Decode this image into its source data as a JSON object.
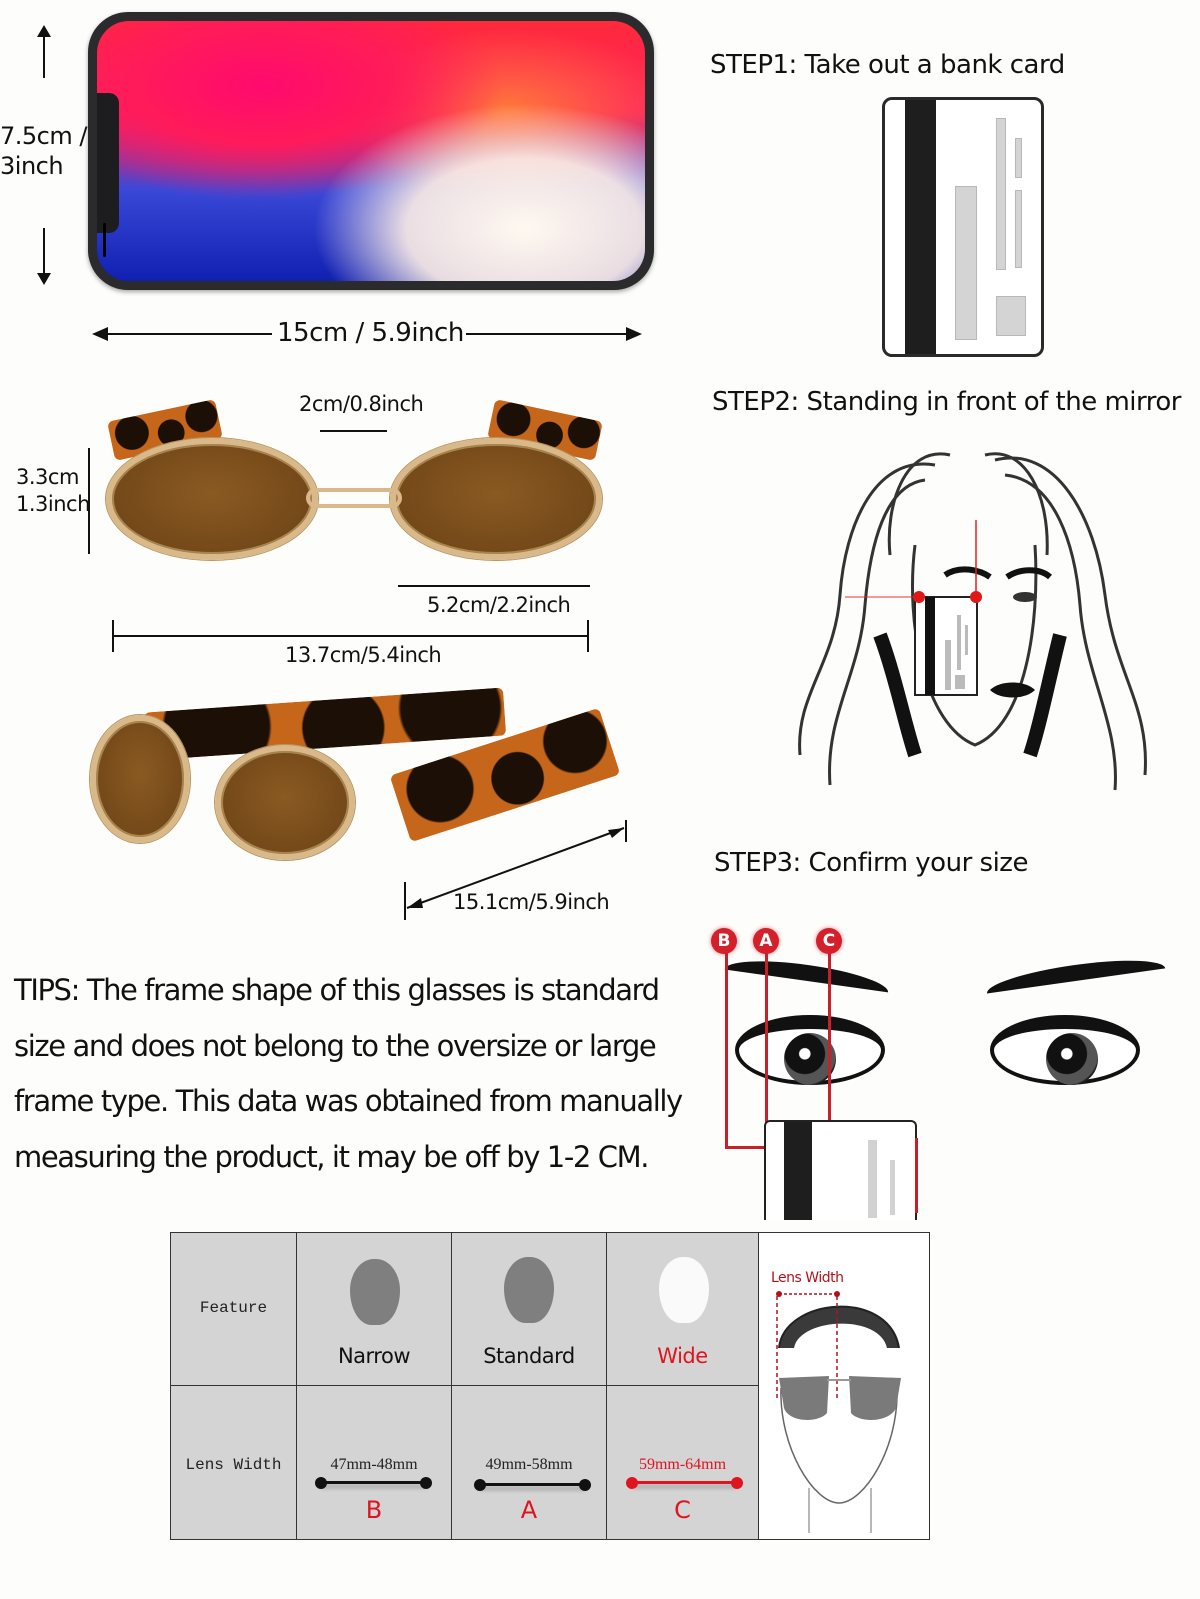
{
  "phone_reference": {
    "height_label_line1": "7.5cm /",
    "height_label_line2": "3inch",
    "width_label": "15cm / 5.9inch"
  },
  "glasses_front": {
    "bridge_label": "2cm/0.8inch",
    "lens_height_line1": "3.3cm",
    "lens_height_line2": "1.3inch",
    "lens_width_label": "5.2cm/2.2inch",
    "frame_width_label": "13.7cm/5.4inch"
  },
  "glasses_side": {
    "temple_length_label": "15.1cm/5.9inch"
  },
  "steps": [
    {
      "label": "STEP1: Take  out  a bank  card"
    },
    {
      "label": "STEP2: Standing in front of the mirror"
    },
    {
      "label": "STEP3: Confirm your size"
    }
  ],
  "step3_markers": [
    "B",
    "A",
    "C"
  ],
  "tips": {
    "lines": [
      "TIPS:  The frame shape of this glasses is standard",
      "size and does not belong to the oversize or large",
      "frame type. This data was obtained from manually",
      "measuring the product, it may be off by 1-2 CM."
    ]
  },
  "size_table": {
    "row_headers": [
      "Feature",
      "Lens Width"
    ],
    "columns": [
      {
        "face": "Narrow",
        "range": "47mm-48mm",
        "letter": "B",
        "highlight": false
      },
      {
        "face": "Standard",
        "range": "49mm-58mm",
        "letter": "A",
        "highlight": false
      },
      {
        "face": "Wide",
        "range": "59mm-64mm",
        "letter": "C",
        "highlight": true
      }
    ],
    "illustration_label": "Lens Width"
  },
  "colors": {
    "accent_red": "#e0141e",
    "table_bg": "#d4d4d5",
    "lens_brown": "#774b1a",
    "frame_gold": "#d9b98a"
  }
}
